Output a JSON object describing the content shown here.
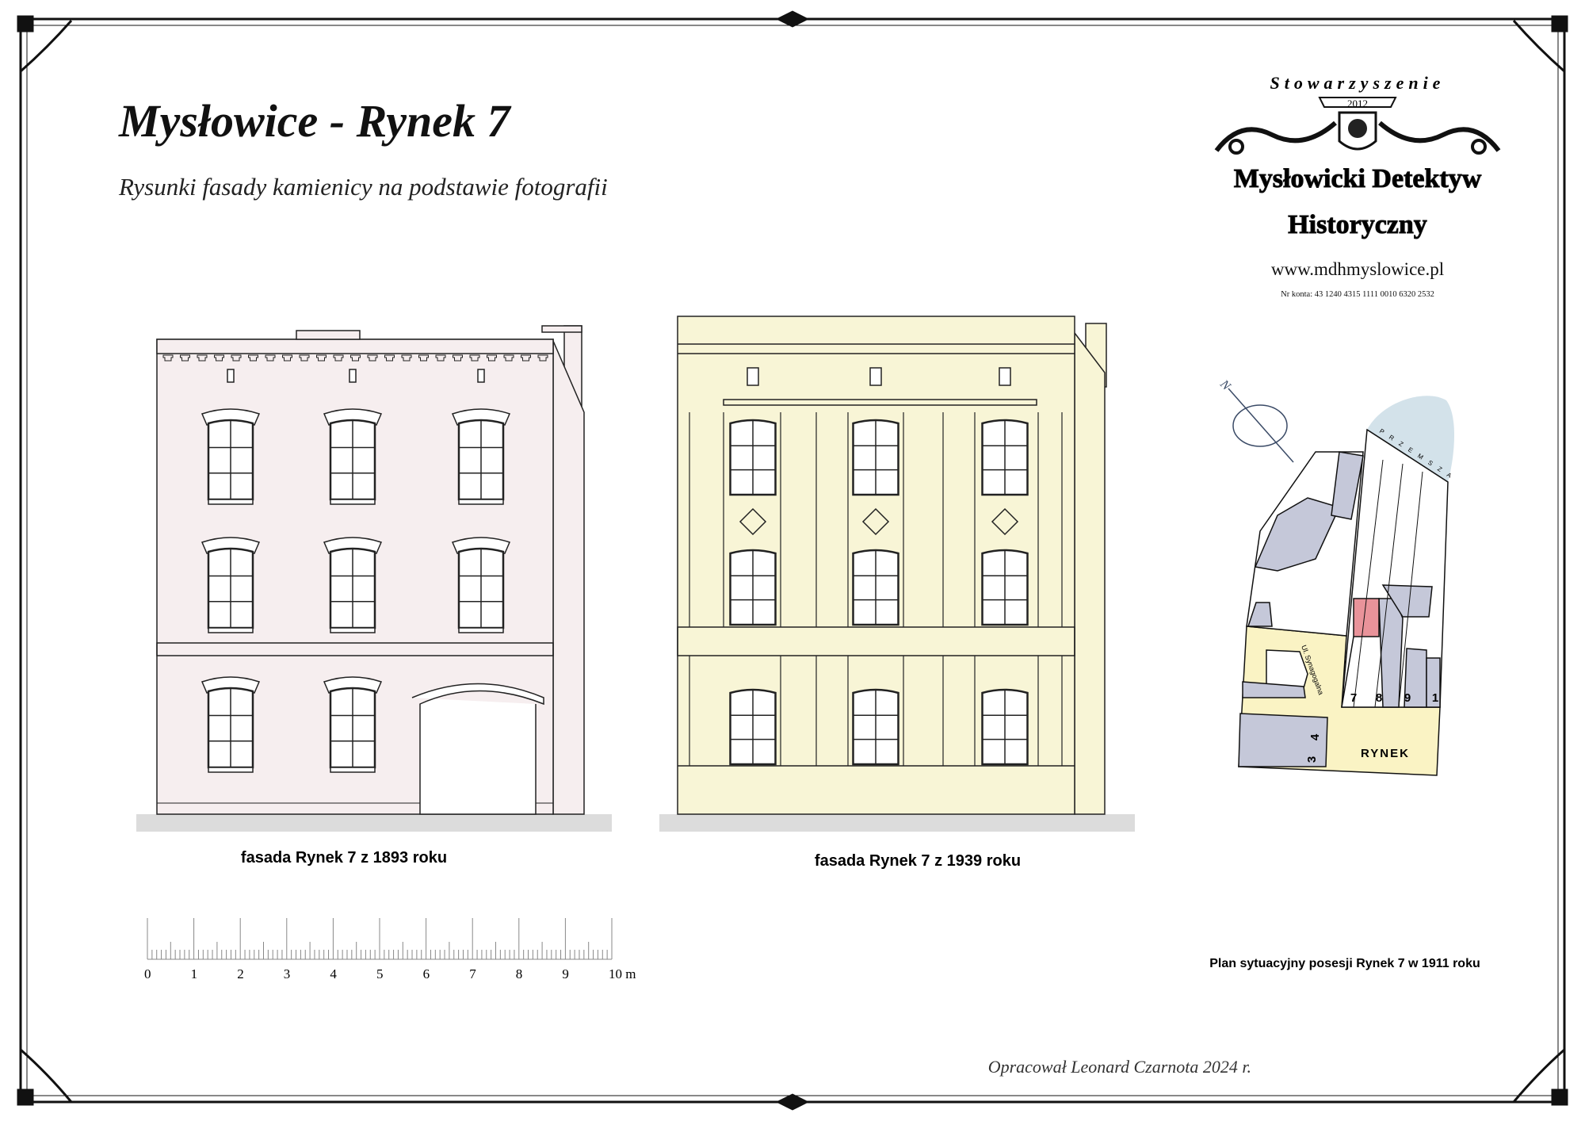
{
  "title": "Mysłowice - Rynek 7",
  "subtitle": "Rysunki fasady kamienicy na podstawie fotografii",
  "logo": {
    "top_text": "Stowarzyszenie",
    "year": "2012",
    "name_line1": "Mysłowicki Detektyw",
    "name_line2": "Historyczny"
  },
  "website": "www.mdhmyslowice.pl",
  "account": "Nr konta: 43 1240 4315 1111 0010 6320 2532",
  "facades": [
    {
      "caption": "fasada Rynek 7 z 1893 roku",
      "color": "#f6eeef"
    },
    {
      "caption": "fasada Rynek 7 z 1939 roku",
      "color": "#f8f5d6"
    }
  ],
  "scale_bar": {
    "labels": [
      "0",
      "1",
      "2",
      "3",
      "4",
      "5",
      "6",
      "7",
      "8",
      "9",
      "10 m"
    ]
  },
  "map": {
    "caption": "Plan sytuacyjny posesji Rynek 7 w 1911 roku",
    "north_label": "N",
    "river_label": "PRZEMSZA",
    "street_label": "Ul. Synagogalna",
    "square_label": "RYNEK",
    "lot_numbers": [
      "7",
      "8",
      "9",
      "1",
      "4",
      "3"
    ],
    "colors": {
      "building": "#c5c8d9",
      "square": "#faf3c4",
      "river": "#d3e2ea",
      "highlight": "#e9939a"
    }
  },
  "author": "Opracował Leonard Czarnota 2024 r."
}
